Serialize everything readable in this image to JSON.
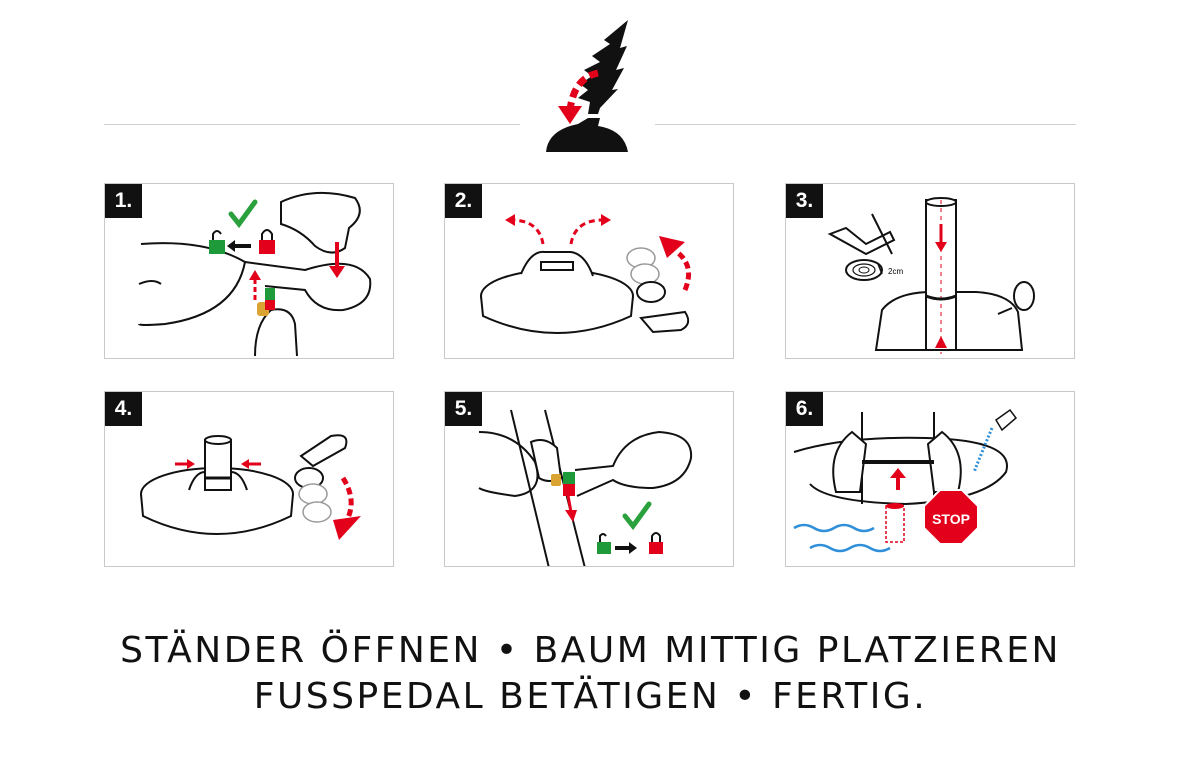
{
  "steps": [
    {
      "number": "1."
    },
    {
      "number": "2."
    },
    {
      "number": "3."
    },
    {
      "number": "4."
    },
    {
      "number": "5."
    },
    {
      "number": "6."
    }
  ],
  "measure_label": "2cm",
  "stop_sign_text": "STOP",
  "caption": {
    "line1": "STÄNDER ÖFFNEN • BAUM MITTIG PLATZIEREN",
    "line2": "FUSSPEDAL BETÄTIGEN • FERTIG."
  },
  "colors": {
    "accent_red": "#e3001b",
    "check_green": "#2aa13c",
    "lock_green": "#1f9a3a",
    "water_blue": "#2f8fd8",
    "outline": "#111111",
    "frame": "#c9c9c9"
  }
}
